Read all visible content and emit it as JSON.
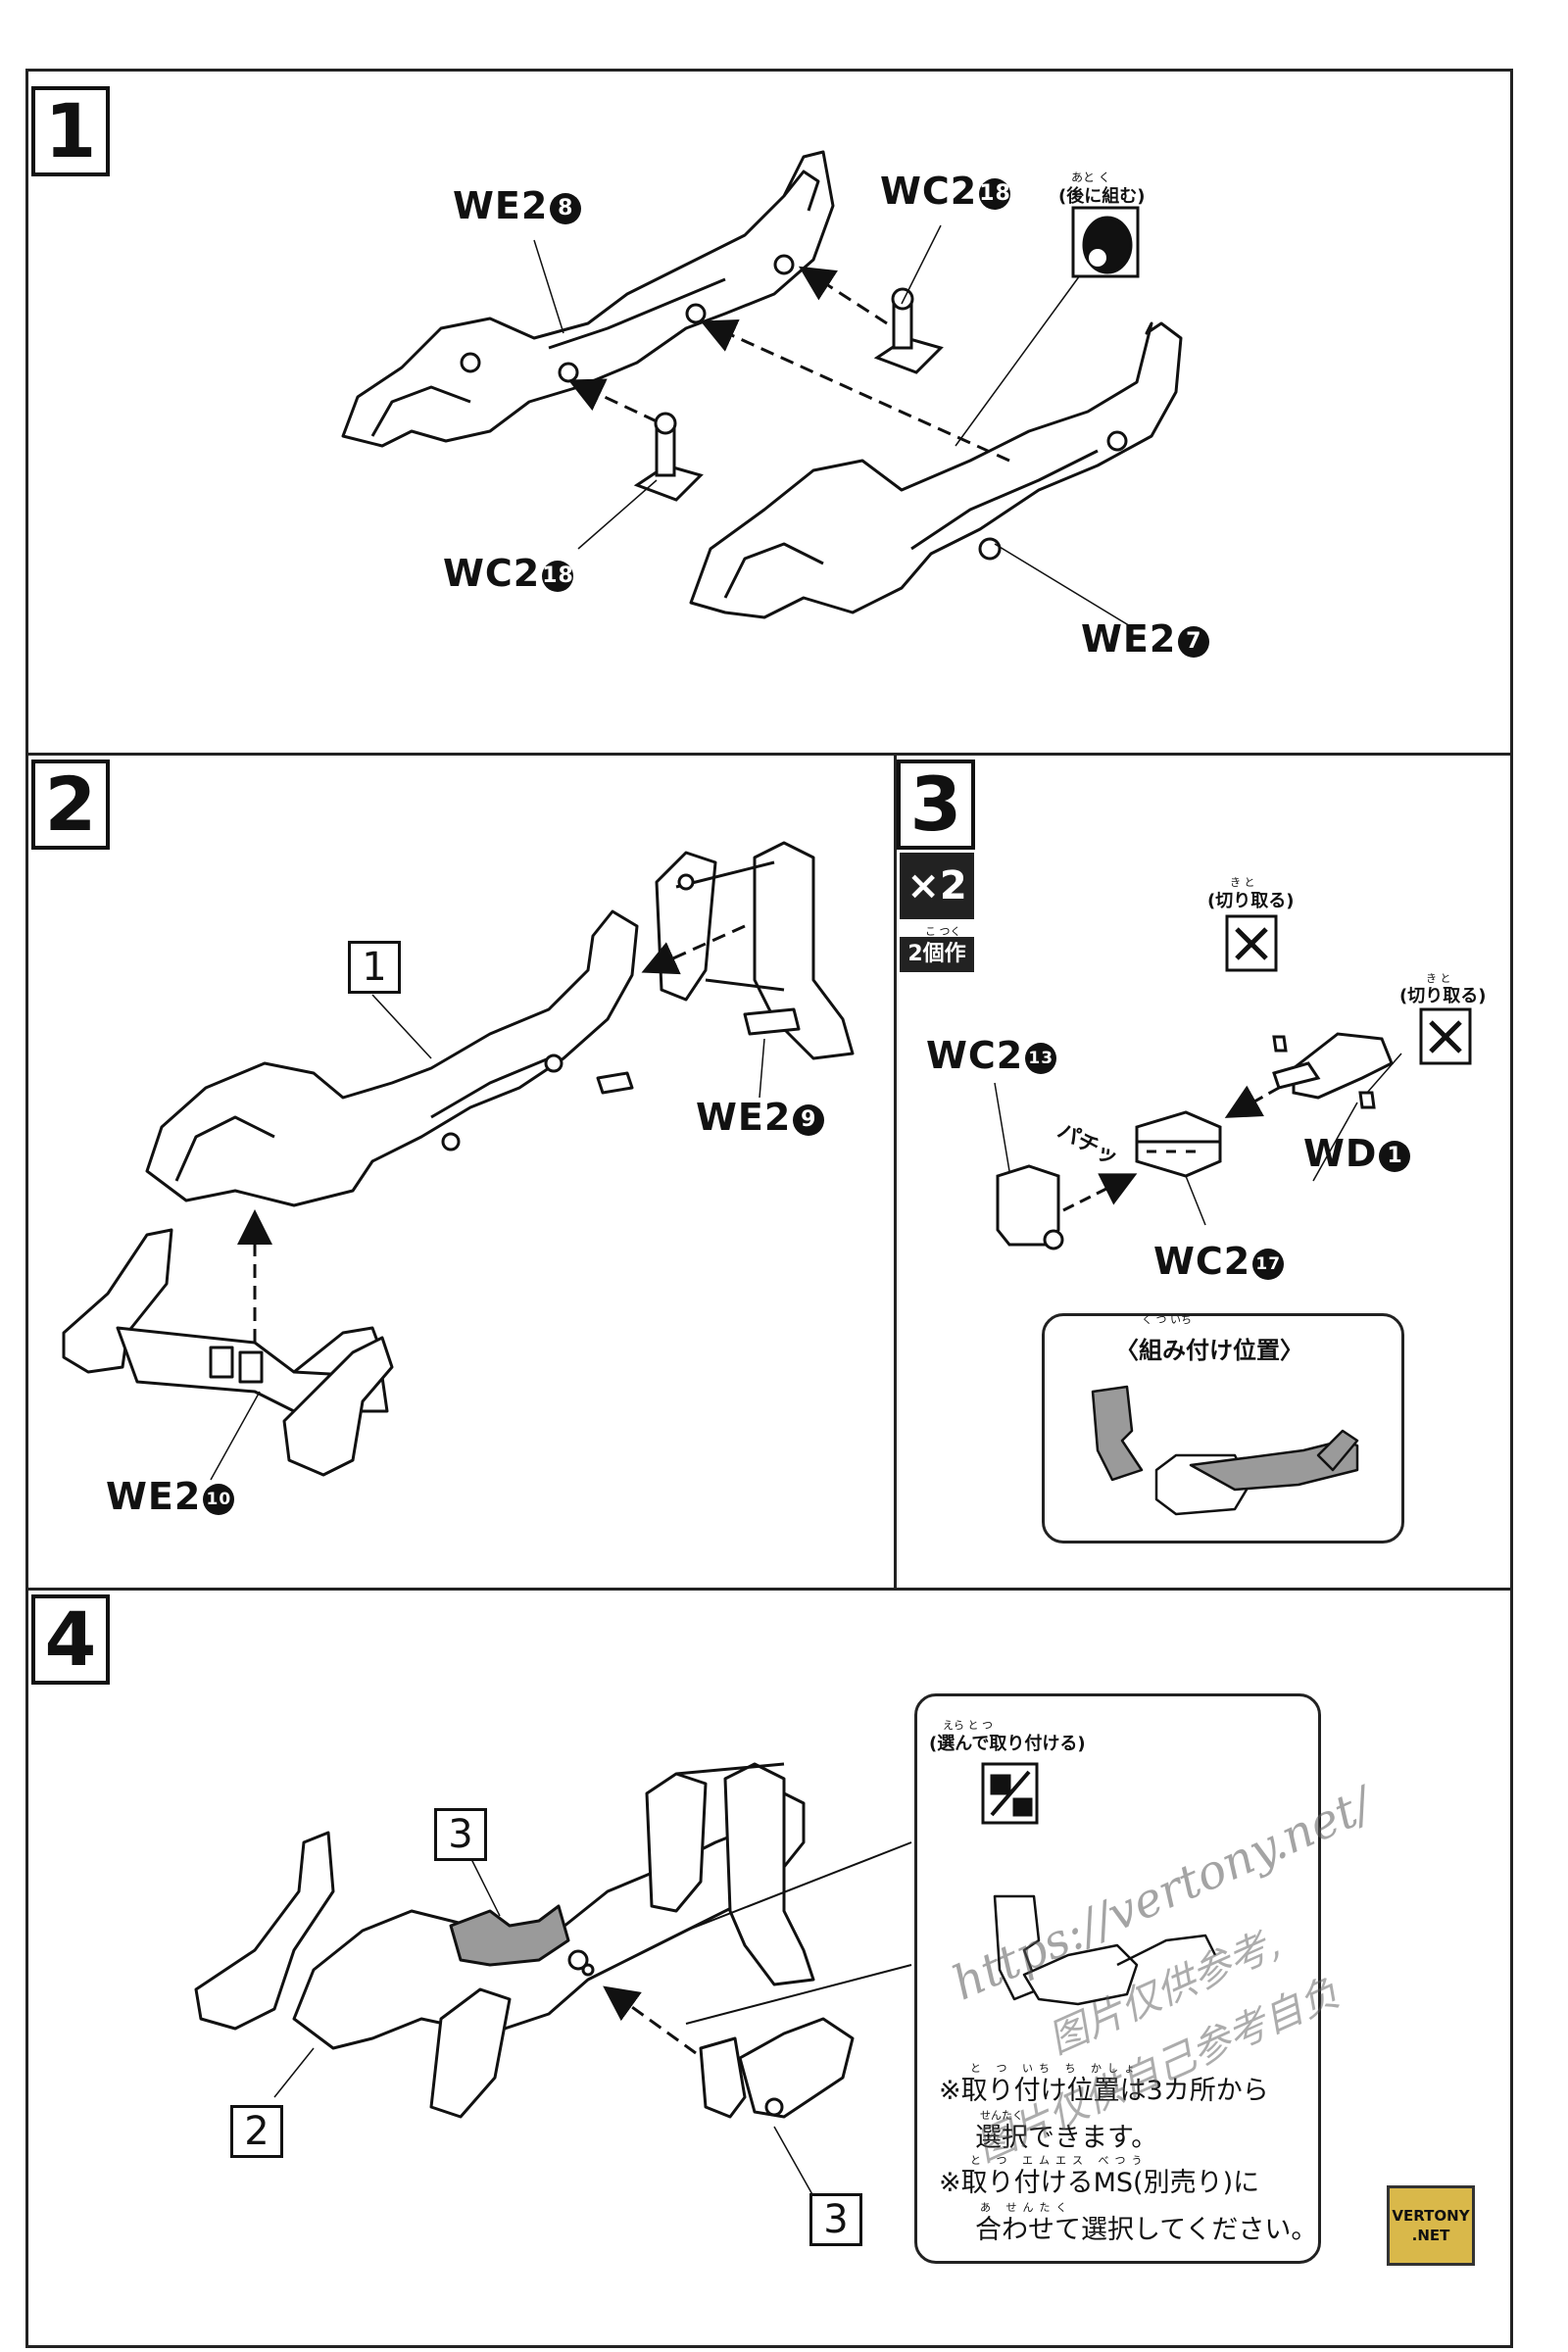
{
  "steps": [
    {
      "number": "1"
    },
    {
      "number": "2"
    },
    {
      "number": "3"
    },
    {
      "number": "4"
    }
  ],
  "step1": {
    "we2_8": {
      "code": "WE2",
      "num": "8"
    },
    "wc2_18_top": {
      "code": "WC2",
      "num": "18"
    },
    "wc2_18_bottom": {
      "code": "WC2",
      "num": "18"
    },
    "we2_7": {
      "code": "WE2",
      "num": "7"
    },
    "later_note": "(後に組む)",
    "later_ruby": "あと く"
  },
  "step2": {
    "ref1": "1",
    "we2_9": {
      "code": "WE2",
      "num": "9"
    },
    "we2_10": {
      "code": "WE2",
      "num": "10"
    }
  },
  "step3": {
    "multiplier": "×2",
    "make_two": "2個作る",
    "make_two_ruby": "こ つく",
    "cut_label_1": "(切り取る)",
    "cut_label_2": "(切り取る)",
    "cut_ruby": "き と",
    "wc2_13": {
      "code": "WC2",
      "num": "13"
    },
    "wd_1": {
      "code": "WD",
      "num": "1"
    },
    "wc2_17": {
      "code": "WC2",
      "num": "17"
    },
    "snap_sfx": "パチッ",
    "position_title": "〈組み付け位置〉",
    "position_ruby": "く つ いち"
  },
  "step4": {
    "ref3_top": "3",
    "ref2": "2",
    "ref3_bottom": "3",
    "choose_label": "(選んで取り付ける)",
    "choose_ruby": "えら と つ",
    "note_line1": "※取り付け位置は3カ所から",
    "note_line2": "選択できます。",
    "note_line3": "※取り付けるMS(別売り)に",
    "note_line4": "合わせて選択してください。",
    "note_ruby1": "と つ いち ち かしょ",
    "note_ruby2": "せんたく",
    "note_ruby3": "と つ エムエス べつう",
    "note_ruby4": "あ せんたく"
  },
  "watermark": {
    "url": "https://vertony.net/",
    "line1": "图片仅供参考,",
    "line2": "图片仅供自己参考自负",
    "logo_top": "VERTONY",
    "logo_bottom": ".NET"
  },
  "colors": {
    "ink": "#111111",
    "part_fill": "#ffffff",
    "part_gray": "#9a9a9a",
    "logo_gold": "#d9b84a"
  }
}
